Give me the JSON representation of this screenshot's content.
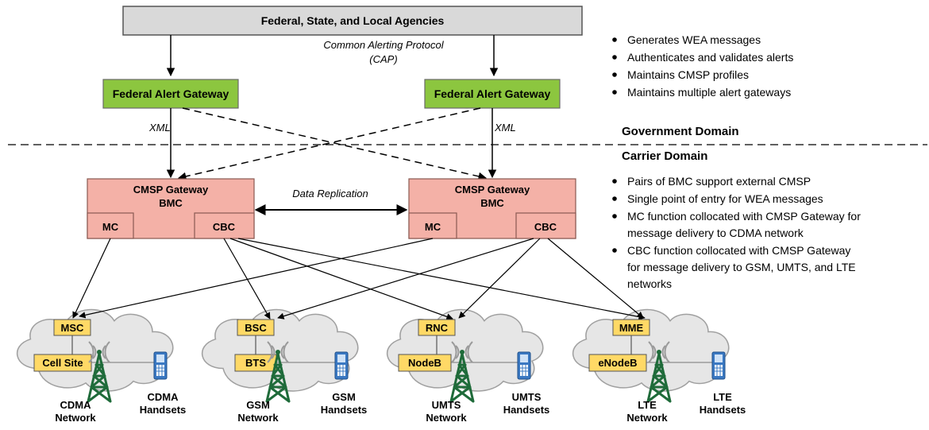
{
  "agencies": "Federal, State, and Local Agencies",
  "cap": {
    "line1": "Common Alerting Protocol",
    "line2": "(CAP)"
  },
  "gateways": [
    "Federal Alert Gateway",
    "Federal Alert Gateway"
  ],
  "xml": "XML",
  "domains": {
    "government": "Government Domain",
    "carrier": "Carrier Domain"
  },
  "cmsp": {
    "line1": "CMSP Gateway",
    "line2": "BMC",
    "mc": "MC",
    "cbc": "CBC",
    "replication": "Data Replication"
  },
  "gov_bullets": [
    "Generates WEA messages",
    "Authenticates and validates alerts",
    "Maintains CMSP profiles",
    "Maintains multiple alert gateways"
  ],
  "carrier_bullets": [
    [
      "Pairs of BMC support external CMSP"
    ],
    [
      "Single point of entry for WEA messages"
    ],
    [
      "MC function collocated with CMSP Gateway for",
      "message delivery to CDMA network"
    ],
    [
      "CBC function collocated with CMSP Gateway",
      "for message delivery to GSM, UMTS, and LTE",
      "networks"
    ]
  ],
  "networks": [
    {
      "controller": "MSC",
      "station": "Cell Site",
      "net1": "CDMA",
      "net2": "Network",
      "hs1": "CDMA",
      "hs2": "Handsets"
    },
    {
      "controller": "BSC",
      "station": "BTS",
      "net1": "GSM",
      "net2": "Network",
      "hs1": "GSM",
      "hs2": "Handsets"
    },
    {
      "controller": "RNC",
      "station": "NodeB",
      "net1": "UMTS",
      "net2": "Network",
      "hs1": "UMTS",
      "hs2": "Handsets"
    },
    {
      "controller": "MME",
      "station": "eNodeB",
      "net1": "LTE",
      "net2": "Network",
      "hs1": "LTE",
      "hs2": "Handsets"
    }
  ],
  "colors": {
    "agency_fill": "#d9d9d9",
    "gateway_fill": "#8cc63f",
    "cmsp_fill": "#f4b1a7",
    "node_fill": "#ffd966",
    "cloud_fill": "#e6e6e6",
    "tower": "#1f6b3a",
    "handset": "#3a78c2"
  }
}
